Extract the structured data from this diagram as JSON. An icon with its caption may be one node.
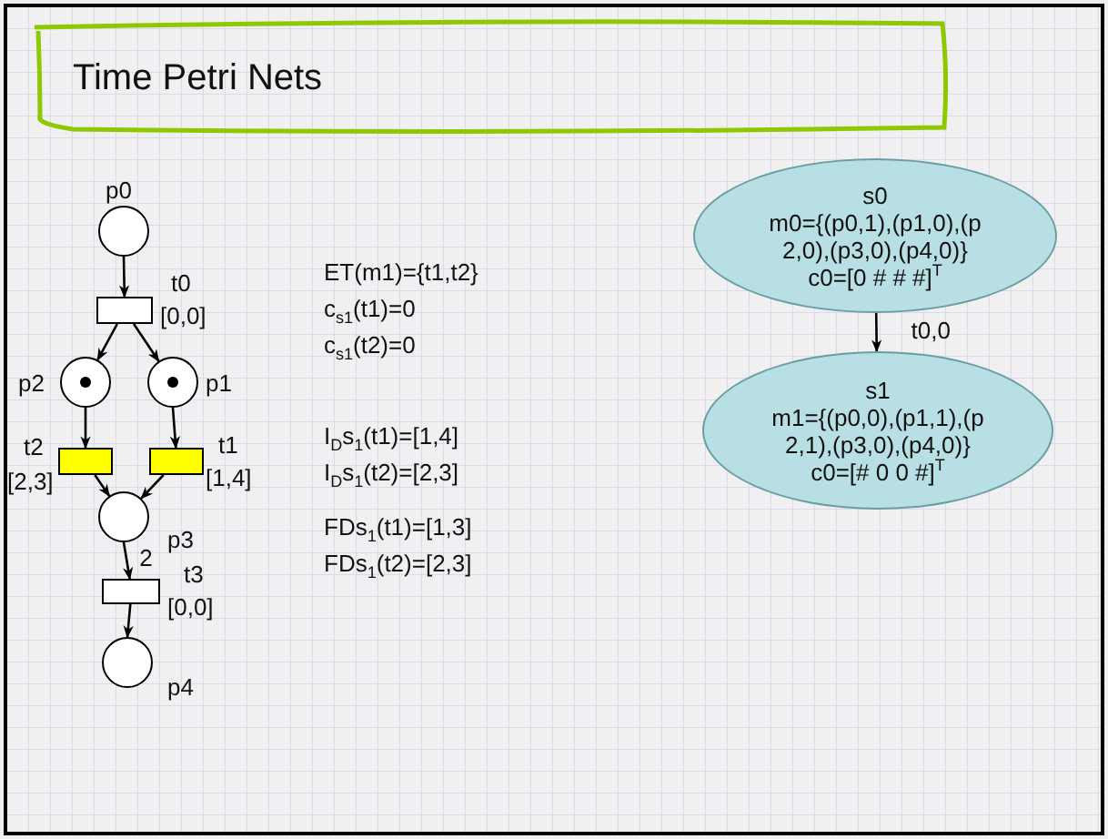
{
  "diagram": {
    "title": "Time Petri Nets",
    "nodes": [
      {
        "text": [
          "p0"
        ]
      },
      {
        "text": [
          "t0"
        ],
        "beside": [
          "[0,0]"
        ]
      },
      {
        "text": [
          "p2"
        ]
      },
      {
        "text": [
          "p1"
        ]
      },
      {
        "text": [
          "t2"
        ],
        "beside": [
          "[2,3]"
        ]
      },
      {
        "text": [
          "t1"
        ],
        "beside": [
          "[1,4]"
        ]
      },
      {
        "text": [
          "p3"
        ]
      },
      {
        "text": [
          "t3"
        ],
        "beside": [
          "[0,0]"
        ]
      },
      {
        "text": [
          "p4"
        ]
      },
      {
        "text": [
          "s0",
          "m0={(p0,1),(p1,0),(p 2,0),(p3,0),(p4,0)}",
          "c0=[0 # # #]$^{T}$"
        ]
      },
      {
        "text": [
          "s1",
          "m1={(p0,0),(p1,1),(p 2,1),(p3,0),(p4,0)}",
          "c0=[# 0 0 #]$^{T}$"
        ]
      }
    ],
    "edges": [
      {
        "from": 0,
        "to": 1,
        "arrow": "to"
      },
      {
        "from": 1,
        "to": 2,
        "arrow": "to"
      },
      {
        "from": 1,
        "to": 3,
        "arrow": "to"
      },
      {
        "from": 2,
        "to": 4,
        "arrow": "to"
      },
      {
        "from": 3,
        "to": 5,
        "arrow": "to"
      },
      {
        "from": 4,
        "to": 6,
        "arrow": "to"
      },
      {
        "from": 5,
        "to": 6,
        "arrow": "to"
      },
      {
        "from": 6,
        "to": 7,
        "arrow": "to",
        "label": "2"
      },
      {
        "from": 7,
        "to": 8,
        "arrow": "to"
      },
      {
        "from": 9,
        "to": 10,
        "arrow": "to",
        "label": "t0,0"
      }
    ],
    "labels": [
      "ET(m1)={t1,t2}",
      "c$_{s1}$(t1)=0",
      "c$_{s1}$(t2)=0",
      "I$_{D}$s$_{1}$(t1)=[1,4]",
      "I$_{D}$s$_{1}$(t2)=[2,3]",
      "FDs$_{1}$(t1)=[1,3]",
      "FDs$_{1}$(t2)=[2,3]"
    ]
  }
}
